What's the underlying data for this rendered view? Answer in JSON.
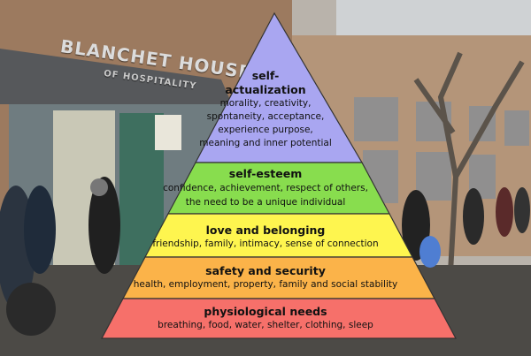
{
  "background": {
    "sign_main": "BLANCHET HOUSE",
    "sign_sub": "OF HOSPITALITY",
    "colors": {
      "sky": "#c9cdd0",
      "building": "#a07e62",
      "ground": "#4c4a46",
      "awning": "#55575a"
    }
  },
  "pyramid": {
    "levels": [
      {
        "title": "self-actualization",
        "title_lines": [
          "self-",
          "actualization"
        ],
        "description_lines": [
          "morality, creativity,",
          "spontaneity, acceptance,",
          "experience purpose,",
          "meaning and inner potential"
        ],
        "color": "#a9a6f1"
      },
      {
        "title": "self-esteem",
        "title_lines": [
          "self-esteem"
        ],
        "description_lines": [
          "confidence, achievement, respect of others,",
          "the need to be a unique individual"
        ],
        "color": "#88dd4e"
      },
      {
        "title": "love and belonging",
        "title_lines": [
          "love and belonging"
        ],
        "description_lines": [
          "friendship, family, intimacy, sense of connection"
        ],
        "color": "#fef54f"
      },
      {
        "title": "safety and security",
        "title_lines": [
          "safety and security"
        ],
        "description_lines": [
          "health, employment, property, family and social stability"
        ],
        "color": "#fbb349"
      },
      {
        "title": "physiological needs",
        "title_lines": [
          "physiological needs"
        ],
        "description_lines": [
          "breathing, food, water, shelter, clothing, sleep"
        ],
        "color": "#f6706a"
      }
    ]
  }
}
